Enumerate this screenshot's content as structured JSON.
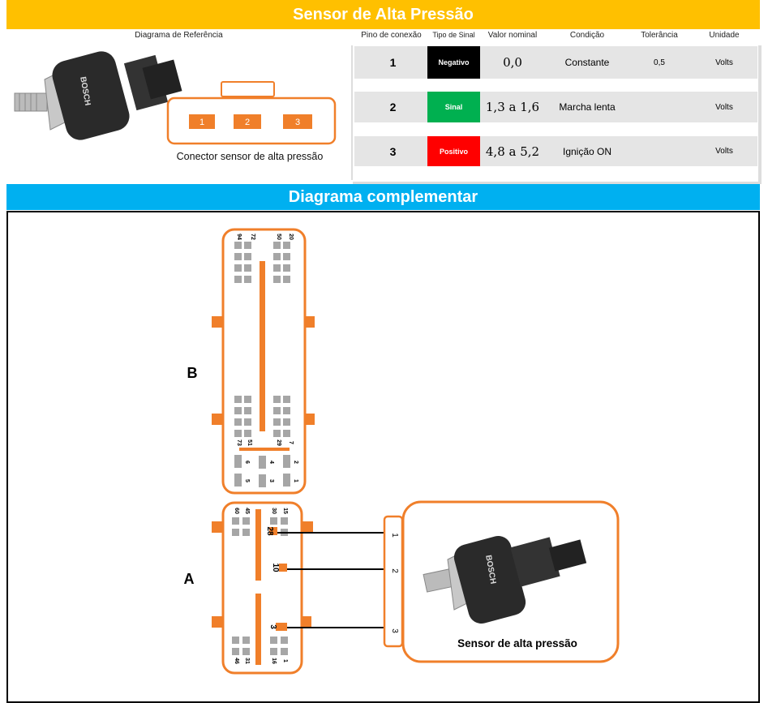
{
  "title": "Sensor de Alta Pressão",
  "headers": {
    "diagram": "Diagrama de Referência",
    "pin": "Pino de conexão",
    "signal": "Tipo de Sinal",
    "value": "Valor nominal",
    "condition": "Condição",
    "tolerance": "Tolerância",
    "unit": "Unidade"
  },
  "rows": [
    {
      "pin": "1",
      "signal": "Negativo",
      "signal_color": "#000000",
      "value": "0,0",
      "condition": "Constante",
      "tolerance": "0,5",
      "unit": "Volts"
    },
    {
      "pin": "2",
      "signal": "Sinal",
      "signal_color": "#00B050",
      "value": "1,3 a 1,6",
      "condition": "Marcha lenta",
      "tolerance": "",
      "unit": "Volts"
    },
    {
      "pin": "3",
      "signal": "Positivo",
      "signal_color": "#FF0000",
      "value": "4,8 a 5,2",
      "condition": "Ignição ON",
      "tolerance": "",
      "unit": "Volts"
    }
  ],
  "reference": {
    "pins": [
      "1",
      "2",
      "3"
    ],
    "caption": "Conector sensor de alta pressão",
    "logo": "BOSCH"
  },
  "complementary_title": "Diagrama complementar",
  "diagram": {
    "label_b": "B",
    "label_a": "A",
    "b_pins": {
      "p94": "94",
      "p72": "72",
      "p50": "50",
      "p20": "20",
      "p73": "73",
      "p51": "51",
      "p29": "29",
      "p7": "7",
      "p6": "6",
      "p4": "4",
      "p2": "2",
      "p5": "5",
      "p3": "3",
      "p1": "1"
    },
    "a_pins": {
      "p60": "60",
      "p45": "45",
      "p30": "30",
      "p15": "15",
      "p46": "46",
      "p31": "31",
      "p16": "16",
      "p1": "1",
      "p28": "28",
      "p10": "10",
      "p3": "3"
    },
    "sensor_pins": [
      "1",
      "2",
      "3"
    ],
    "sensor_caption": "Sensor de alta pressão"
  },
  "colors": {
    "orange": "#F07F2A",
    "yellow": "#FFC000",
    "blue": "#00B0F0",
    "pin_gray": "#A6A6A6"
  }
}
